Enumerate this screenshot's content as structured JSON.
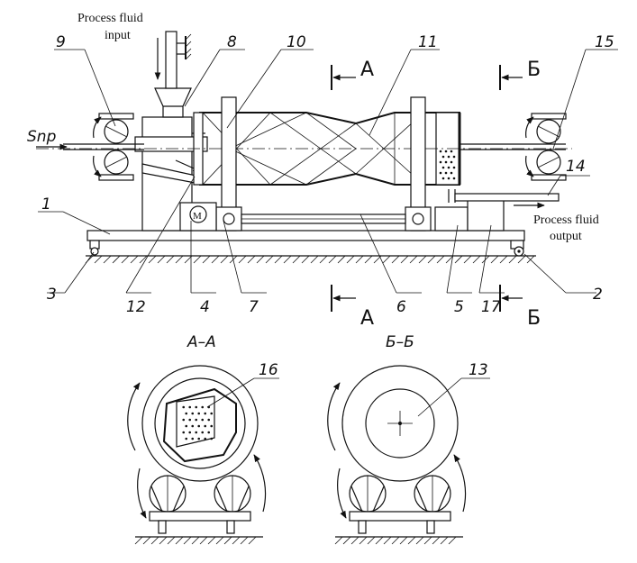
{
  "labels": {
    "process_fluid_input_line1": "Process fluid",
    "process_fluid_input_line2": "input",
    "process_fluid_output_line1": "Process fluid",
    "process_fluid_output_line2": "output",
    "feed_symbol": "Snp"
  },
  "section_marks": {
    "a_top": "A",
    "a_bottom": "A",
    "b_top": "Б",
    "b_bottom": "Б",
    "section_aa_title": "A–A",
    "section_bb_title": "Б–Б"
  },
  "callouts": [
    "9",
    "8",
    "10",
    "11",
    "15",
    "14",
    "1",
    "3",
    "12",
    "4",
    "7",
    "6",
    "5",
    "17",
    "2",
    "16",
    "13"
  ]
}
